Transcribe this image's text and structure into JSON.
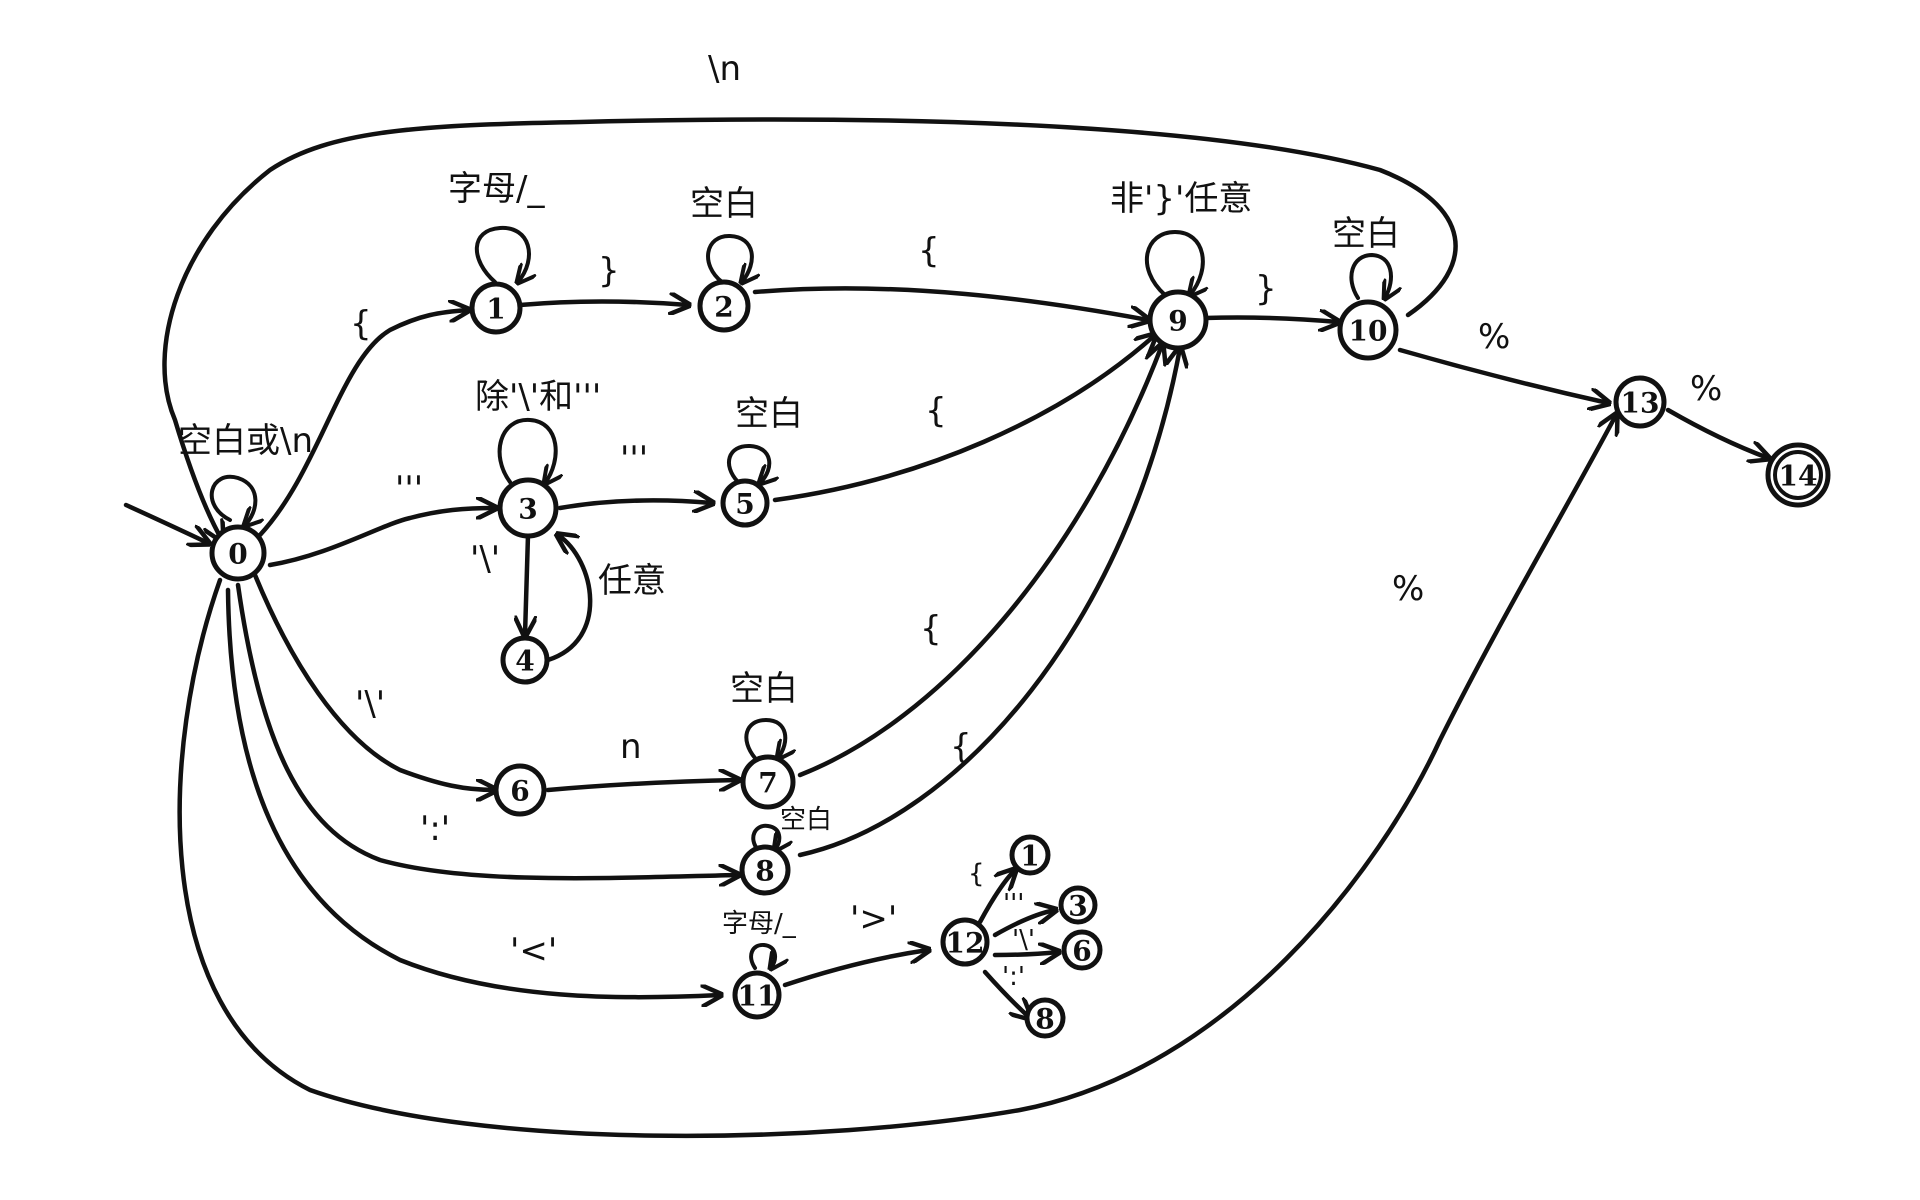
{
  "states": [
    {
      "id": "s0",
      "label": "0"
    },
    {
      "id": "s1",
      "label": "1"
    },
    {
      "id": "s2",
      "label": "2"
    },
    {
      "id": "s3",
      "label": "3"
    },
    {
      "id": "s4",
      "label": "4"
    },
    {
      "id": "s5",
      "label": "5"
    },
    {
      "id": "s6",
      "label": "6"
    },
    {
      "id": "s7",
      "label": "7"
    },
    {
      "id": "s8",
      "label": "8"
    },
    {
      "id": "s9",
      "label": "9"
    },
    {
      "id": "s10",
      "label": "10"
    },
    {
      "id": "s11",
      "label": "11"
    },
    {
      "id": "s12",
      "label": "12"
    },
    {
      "id": "s13",
      "label": "13"
    },
    {
      "id": "s14",
      "label": "14",
      "accepting": true
    },
    {
      "id": "r1",
      "label": "1"
    },
    {
      "id": "r3",
      "label": "3"
    },
    {
      "id": "r6",
      "label": "6"
    },
    {
      "id": "r8",
      "label": "8"
    }
  ],
  "labels": {
    "top_loop": "\\n",
    "loop_s0": "空白或\\n",
    "loop_s1": "字母/_",
    "loop_s2": "空白",
    "loop_s3": "除'\\'和'''",
    "loop_s5": "空白",
    "loop_s7": "空白",
    "loop_s8": "空白",
    "loop_s9": "非'}'任意",
    "loop_s10": "空白",
    "loop_s11": "字母/_",
    "e_0_1": "{",
    "e_1_2": "}",
    "e_2_9": "{",
    "e_9_10": "}",
    "e_0_3": "'''",
    "e_3_5": "'''",
    "e_3_4": "'\\'",
    "e_4_3": "任意",
    "e_5_9": "{",
    "e_0_6": "'\\'",
    "e_6_7": "n",
    "e_7_9": "{",
    "e_8_9": "{",
    "e_0_8": "':'",
    "e_0_11": "'<'",
    "e_11_12": "'>'",
    "e_12_1": "{",
    "e_12_3": "'''",
    "e_12_6": "'\\'",
    "e_12_8": "':'",
    "e_10_13": "%",
    "e_0_13": "%",
    "e_13_14": "%"
  }
}
